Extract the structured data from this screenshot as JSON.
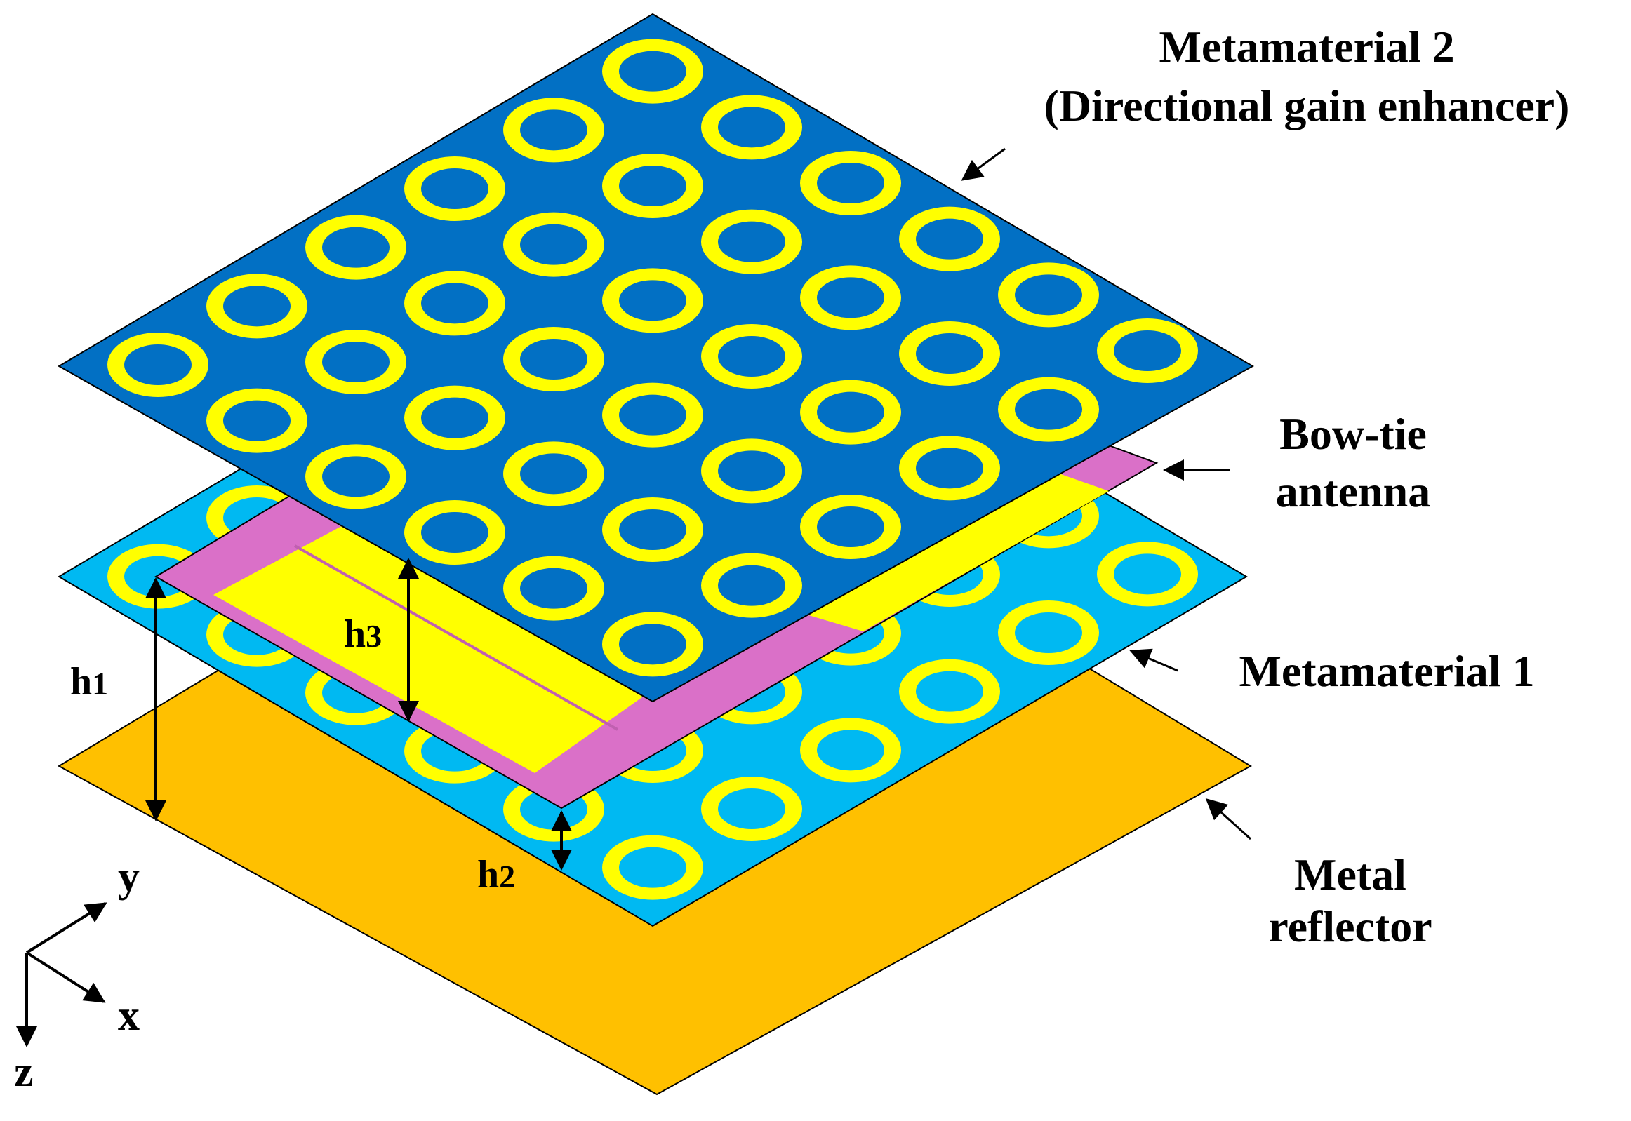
{
  "labels": {
    "metamaterial2_line1": "Metamaterial 2",
    "metamaterial2_line2": "(Directional gain enhancer)",
    "bowtie_line1": "Bow-tie",
    "bowtie_line2": "antenna",
    "metamaterial1": "Metamaterial 1",
    "reflector_line1": "Metal",
    "reflector_line2": "reflector"
  },
  "dimensions": {
    "h1": {
      "base": "h",
      "sub": "1"
    },
    "h2": {
      "base": "h",
      "sub": "2"
    },
    "h3": {
      "base": "h",
      "sub": "3"
    }
  },
  "axes": {
    "x": "x",
    "y": "y",
    "z": "z"
  },
  "colors": {
    "metamaterial2_substrate": "#0270C4",
    "metamaterial1_substrate": "#00B9F2",
    "ring": "#FFFF00",
    "bowtie_substrate": "#DA70C8",
    "bowtie_patch": "#FFFF00",
    "reflector": "#FFC000",
    "outline": "#000000"
  }
}
